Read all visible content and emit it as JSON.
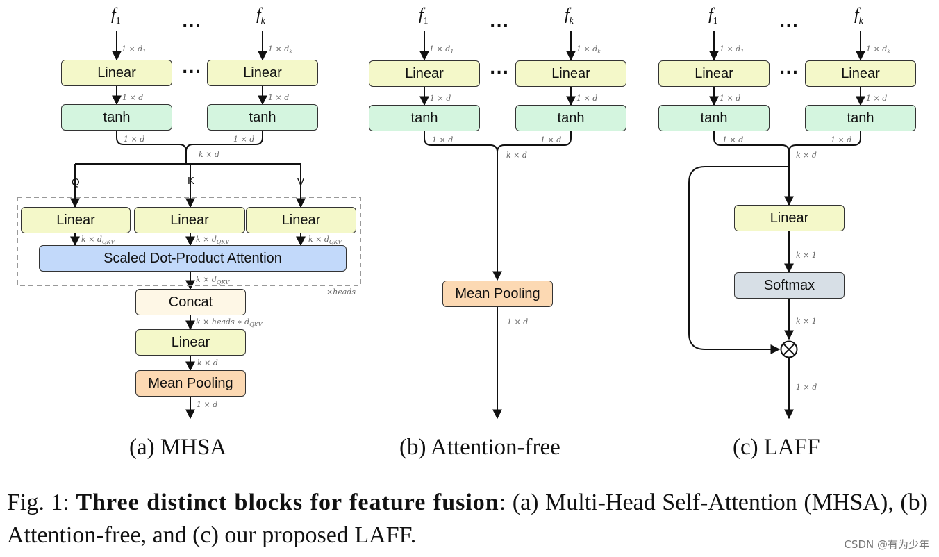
{
  "features": {
    "first_base": "f",
    "first_sub": "1",
    "last_base": "f",
    "last_sub": "k",
    "ellipsis": "..."
  },
  "dims": {
    "d1": "1 × d",
    "d1_sub": "1",
    "dk": "1 × d",
    "dk_sub": "k",
    "one_d": "1 × d",
    "k_d": "k × d",
    "k_dqkv": "k × d",
    "qkv_sub": "QKV",
    "k_heads_dqkv": "k × heads ∗ d",
    "heads": "×heads",
    "k_1": "k × 1"
  },
  "labels": {
    "linear": "Linear",
    "tanh": "tanh",
    "q": "Q",
    "k": "K",
    "v": "V",
    "attention": "Scaled Dot-Product Attention",
    "concat": "Concat",
    "mean_pooling": "Mean Pooling",
    "softmax": "Softmax"
  },
  "subcaptions": {
    "a": "(a)  MHSA",
    "b": "(b)  Attention-free",
    "c": "(c)  LAFF"
  },
  "caption": {
    "prefix": "Fig. 1: ",
    "bold": "Three distinct blocks for feature fusion",
    "rest": ": (a) Multi-Head Self-Attention (MHSA), (b) Attention-free, and (c) our proposed LAFF."
  },
  "watermark": "CSDN @有为少年",
  "colors": {
    "linear": "#f4f8c9",
    "tanh": "#d4f5df",
    "attention": "#c2d9fa",
    "concat": "#fef7e6",
    "pooling": "#fcd9b3",
    "softmax": "#d7dfe6"
  }
}
